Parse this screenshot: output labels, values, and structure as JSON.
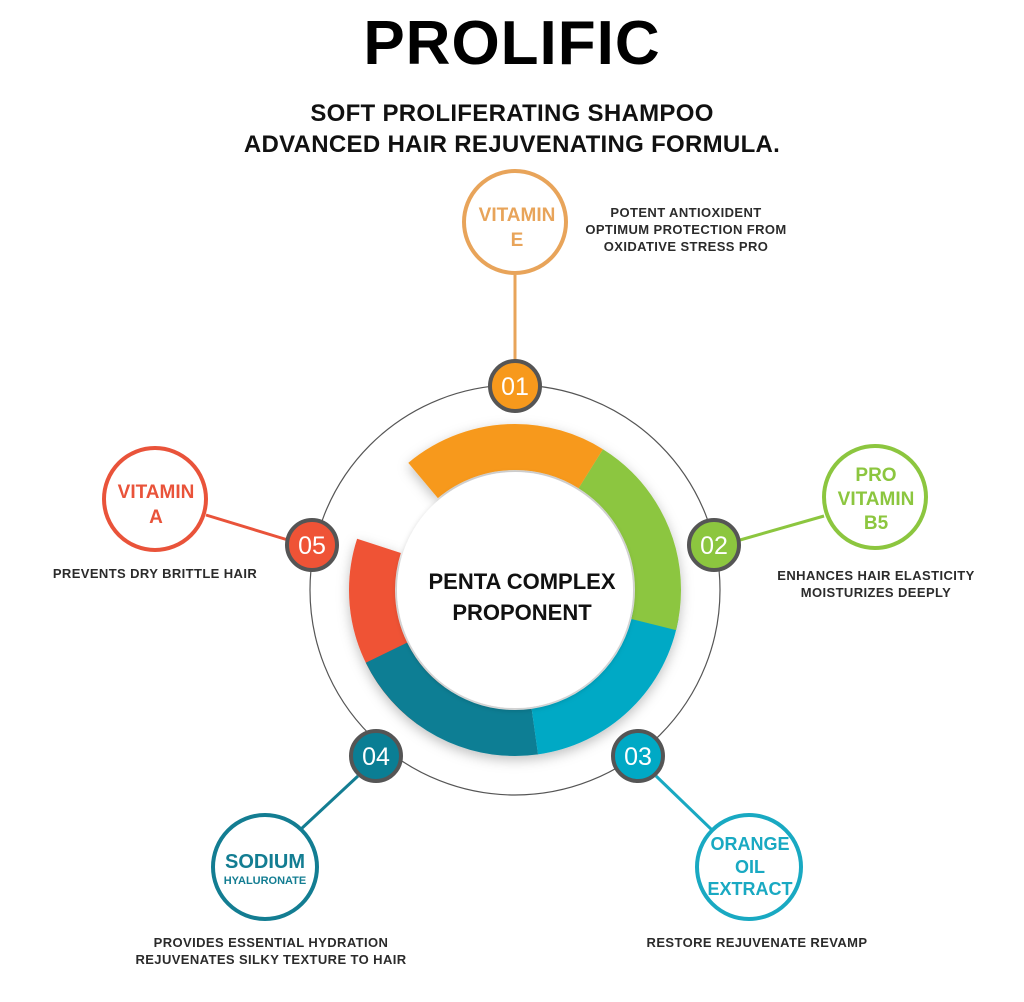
{
  "title": "PROLIFIC",
  "subtitle_line1": "SOFT PROLIFERATING SHAMPOO",
  "subtitle_line2": "ADVANCED HAIR REJUVENATING FORMULA.",
  "center": {
    "line1": "PENTA COMPLEX",
    "line2": "PROPONENT"
  },
  "colors": {
    "orange": "#f7991c",
    "green": "#8cc63f",
    "teal": "#00a9c5",
    "darkteal": "#0a7e94",
    "red": "#ef5336"
  },
  "items": [
    {
      "number": "01",
      "name_lines": [
        "VITAMIN",
        "E"
      ],
      "desc_lines": [
        "POTENT ANTIOXIDENT",
        "OPTIMUM PROTECTION FROM",
        "OXIDATIVE STRESS PRO"
      ]
    },
    {
      "number": "02",
      "name_lines": [
        "PRO",
        "VITAMIN",
        "B5"
      ],
      "desc_lines": [
        "ENHANCES HAIR ELASTICITY",
        "MOISTURIZES DEEPLY"
      ]
    },
    {
      "number": "03",
      "name_lines": [
        "ORANGE",
        "OIL",
        "EXTRACT"
      ],
      "desc_lines": [
        "RESTORE REJUVENATE REVAMP"
      ]
    },
    {
      "number": "04",
      "name_lines": [
        "SODIUM",
        "HYALURONATE"
      ],
      "desc_lines": [
        "PROVIDES ESSENTIAL HYDRATION",
        "REJUVENATES SILKY TEXTURE TO HAIR"
      ]
    },
    {
      "number": "05",
      "name_lines": [
        "VITAMIN",
        "A"
      ],
      "desc_lines": [
        "PREVENTS DRY BRITTLE HAIR"
      ]
    }
  ]
}
